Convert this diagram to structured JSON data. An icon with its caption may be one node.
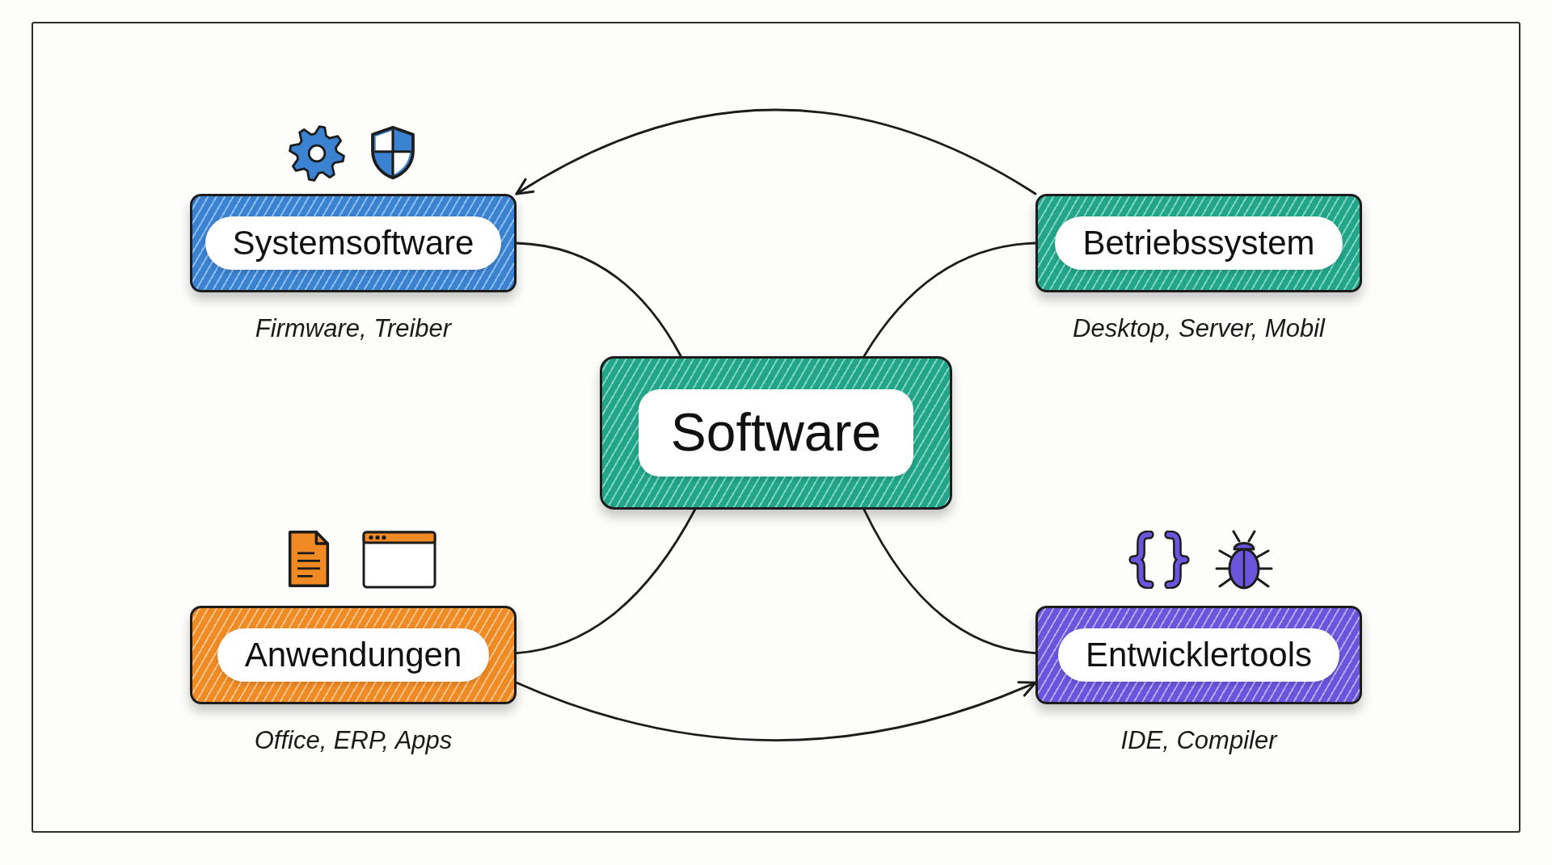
{
  "diagram": {
    "nodes": [
      {
        "text": [
          "Systemsoftware"
        ],
        "beside": [
          "Firmware, Treiber"
        ]
      },
      {
        "text": [
          "Betriebssystem"
        ],
        "beside": [
          "Desktop, Server, Mobil"
        ]
      },
      {
        "text": [
          "Software"
        ]
      },
      {
        "text": [
          "Anwendungen"
        ],
        "beside": [
          "Office, ERP, Apps"
        ]
      },
      {
        "text": [
          "Entwicklertools"
        ],
        "beside": [
          "IDE, Compiler"
        ]
      }
    ],
    "edges": [
      {
        "from": 2,
        "to": 0,
        "arrow": "none"
      },
      {
        "from": 2,
        "to": 1,
        "arrow": "none"
      },
      {
        "from": 2,
        "to": 3,
        "arrow": "none"
      },
      {
        "from": 2,
        "to": 4,
        "arrow": "none"
      },
      {
        "from": 1,
        "to": 0,
        "arrow": "to"
      },
      {
        "from": 3,
        "to": 4,
        "arrow": "to"
      }
    ]
  }
}
